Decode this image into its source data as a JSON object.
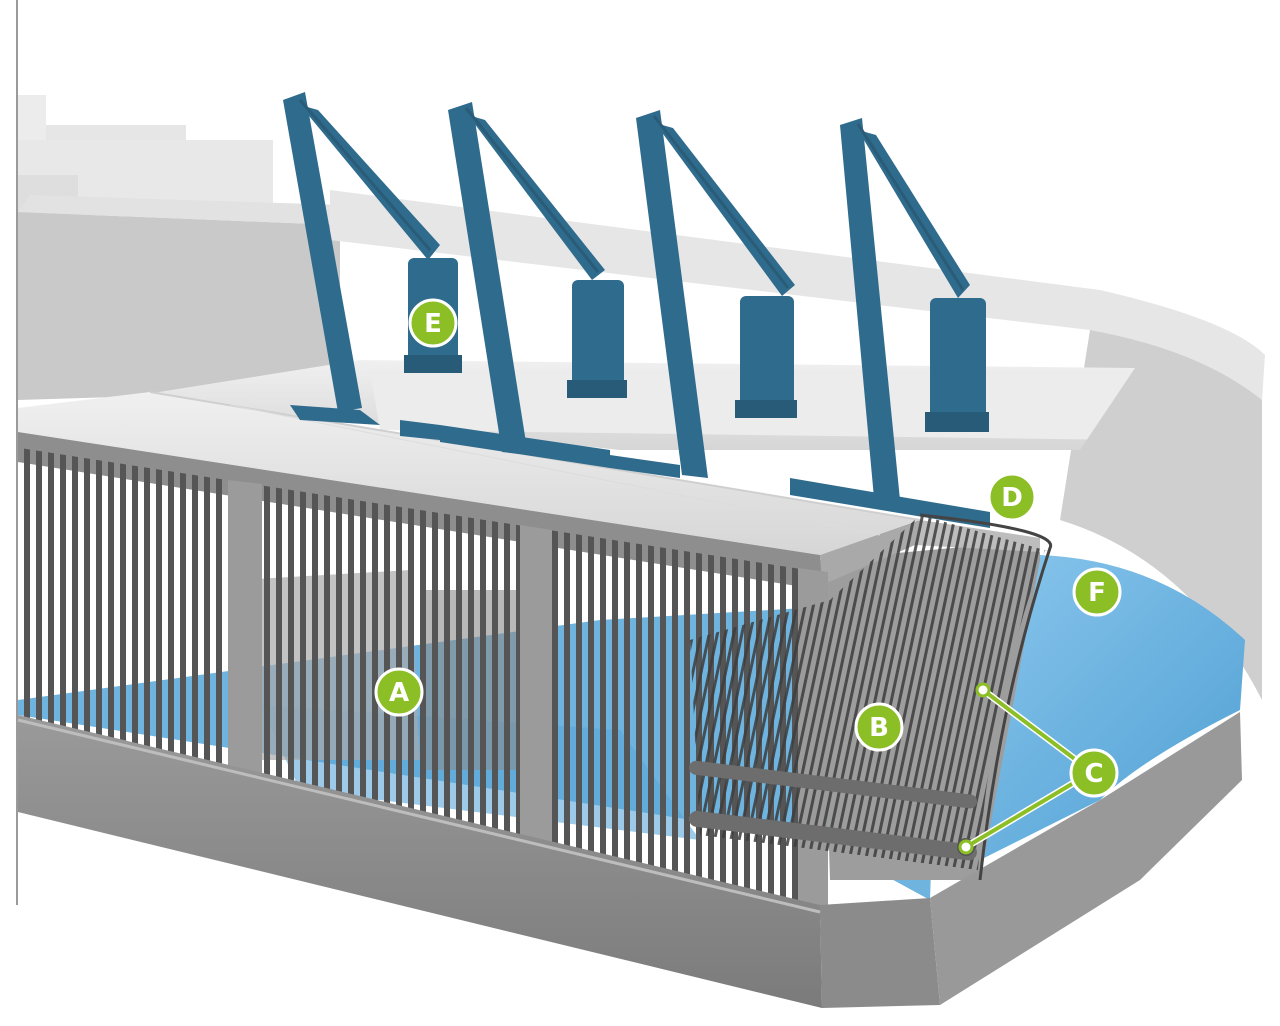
{
  "colors": {
    "marker_fill": "#8cbf26",
    "marker_stroke": "#ffffff",
    "leader_line": "#8cbf26",
    "steel_blue": "#2f6b8c",
    "water": "#6fb3df",
    "concrete_light": "#e4e4e4",
    "concrete_mid": "#bcbcbc",
    "concrete_dark": "#7d7d7d",
    "bars": "#5a5a5a"
  },
  "markers": {
    "a": {
      "label": "A"
    },
    "b": {
      "label": "B"
    },
    "c": {
      "label": "C"
    },
    "d": {
      "label": "D"
    },
    "e": {
      "label": "E"
    },
    "f": {
      "label": "F"
    }
  }
}
